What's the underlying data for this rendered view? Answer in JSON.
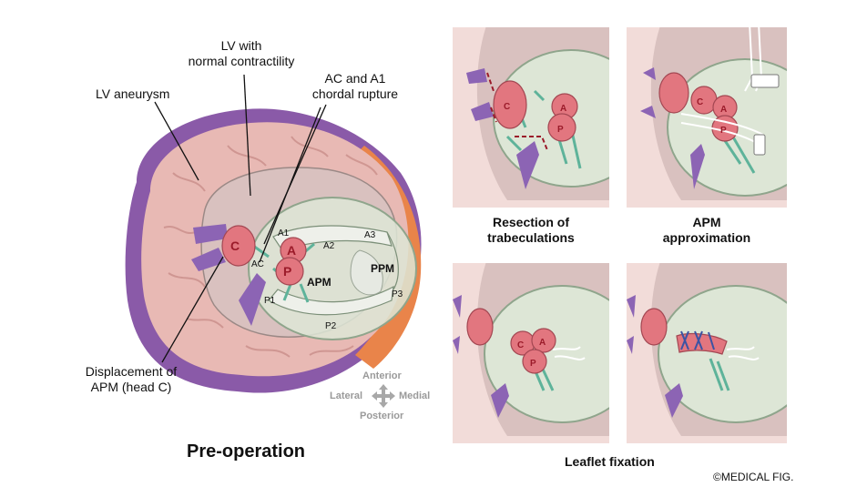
{
  "main": {
    "title": "Pre-operation",
    "callouts": {
      "lv_normal": [
        "LV with",
        "normal contractility"
      ],
      "ac_rupture": [
        "AC and A1",
        "chordal rupture"
      ],
      "lv_aneurysm": "LV aneurysm",
      "displacement": [
        "Displacement of",
        "APM (head C)"
      ]
    },
    "heads": {
      "c": "C",
      "a": "A",
      "p": "P"
    },
    "muscle_labels": {
      "apm": "APM",
      "ppm": "PPM"
    },
    "segments": {
      "a1": "A1",
      "a2": "A2",
      "a3": "A3",
      "ac": "AC",
      "p1": "P1",
      "p2": "P2",
      "p3": "P3"
    },
    "orientation": {
      "anterior": "Anterior",
      "posterior": "Posterior",
      "lateral": "Lateral",
      "medial": "Medial"
    }
  },
  "panels": {
    "resection": {
      "caption": [
        "Resection of",
        "trabeculations"
      ]
    },
    "approximation": {
      "caption": [
        "APM",
        "approximation"
      ]
    },
    "fixation_caption": "Leaflet fixation"
  },
  "copyright": "©MEDICAL FIG.",
  "colors": {
    "myocardium": "#e8b9b4",
    "aneurysm_wall": "#8a5aa8",
    "lateral_wall": "#e9844a",
    "cavity": "#d9c1bf",
    "valve_plane": "#dde6d6",
    "muscle": "#e2767f",
    "chordae": "#5eb39a",
    "trabeculation": "#8c64b4"
  }
}
